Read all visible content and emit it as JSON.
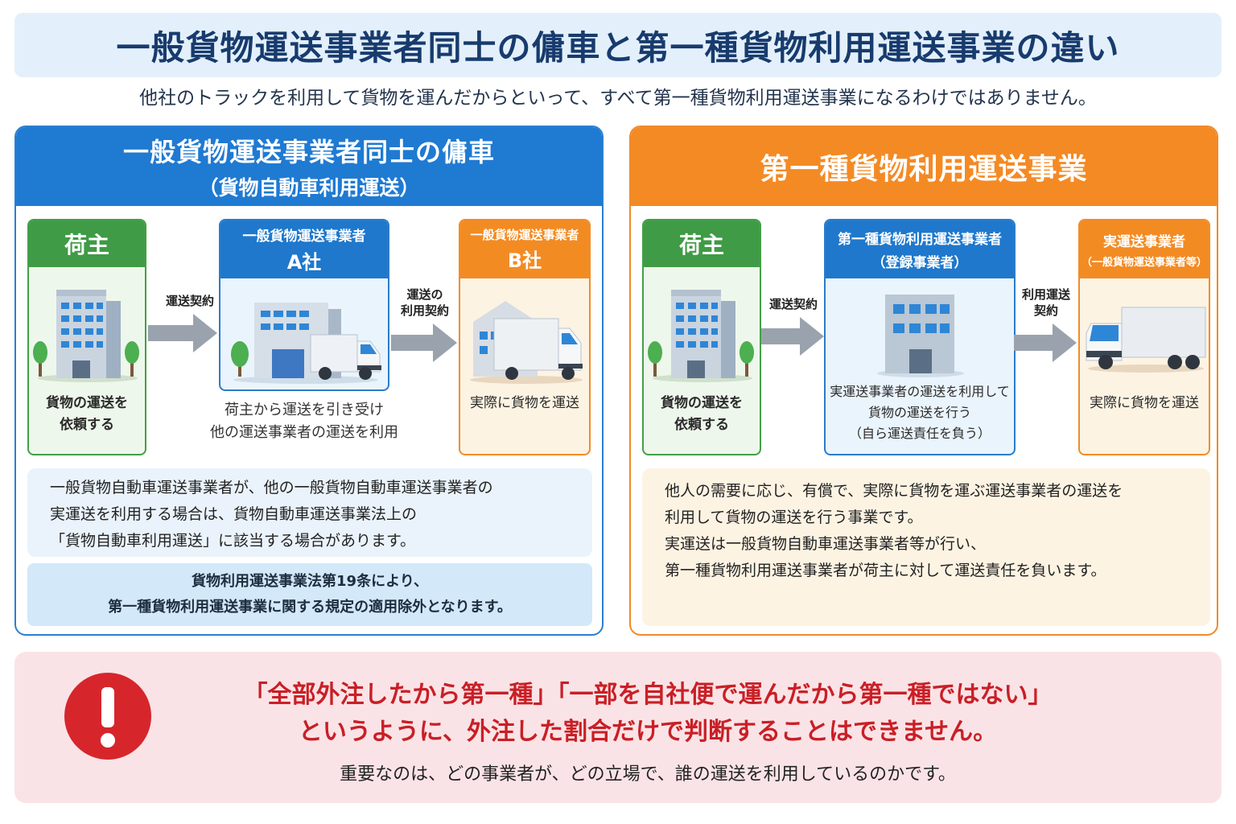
{
  "title": "一般貨物運送事業者同士の傭車と第一種貨物利用運送事業の違い",
  "subtitle": "他社のトラックを利用して貨物を運んだからといって、すべて第一種貨物利用運送事業になるわけではありません。",
  "left_panel": {
    "title": "一般貨物運送事業者同士の傭車",
    "subtitle": "（貨物自動車利用運送）",
    "shipper": {
      "label": "荷主",
      "text1": "貨物の運送を",
      "text2": "依頼する"
    },
    "arrow1": {
      "line1": "運送契約"
    },
    "company_a": {
      "label1": "一般貨物運送事業者",
      "label2": "A社",
      "text1": "荷主から運送を引き受け",
      "text2": "他の運送事業者の運送を利用"
    },
    "arrow2": {
      "line1": "運送の",
      "line2": "利用契約"
    },
    "company_b": {
      "label1": "一般貨物運送事業者",
      "label2": "B社",
      "text1": "実際に貨物を運送"
    },
    "desc": [
      "一般貨物自動車運送事業者が、他の一般貨物自動車運送事業者の",
      "実運送を利用する場合は、貨物自動車運送事業法上の",
      "「貨物自動車利用運送」に該当する場合があります。"
    ],
    "note": [
      "貨物利用運送事業法第19条により、",
      "第一種貨物利用運送事業に関する規定の適用除外となります。"
    ]
  },
  "right_panel": {
    "title": "第一種貨物利用運送事業",
    "shipper": {
      "label": "荷主",
      "text1": "貨物の運送を",
      "text2": "依頼する"
    },
    "arrow1": {
      "line1": "運送契約"
    },
    "operator": {
      "label1": "第一種貨物利用運送事業者",
      "label2": "（登録事業者）",
      "text1": "実運送事業者の運送を利用して",
      "text2": "貨物の運送を行う",
      "text3": "（自ら運送責任を負う）"
    },
    "arrow2": {
      "line1": "利用運送",
      "line2": "契約"
    },
    "carrier": {
      "label1": "実運送事業者",
      "label2": "（一般貨物運送事業者等）",
      "text1": "実際に貨物を運送"
    },
    "desc": [
      "他人の需要に応じ、有償で、実際に貨物を運ぶ運送事業者の運送を",
      "利用して貨物の運送を行う事業です。",
      "実運送は一般貨物自動車運送事業者等が行い、",
      "第一種貨物利用運送事業者が荷主に対して運送責任を負います。"
    ]
  },
  "warning": {
    "icon": "exclamation-icon",
    "line1": "「全部外注したから第一種」「一部を自社便で運んだから第一種ではない」",
    "line2": "というように、外注した割合だけで判断することはできません。",
    "line3": "重要なのは、どの事業者が、どの立場で、誰の運送を利用しているのかです。"
  },
  "colors": {
    "blue": "#1f7ad2",
    "orange": "#f48a24",
    "green": "#3f9b45",
    "red": "#d6262c"
  }
}
